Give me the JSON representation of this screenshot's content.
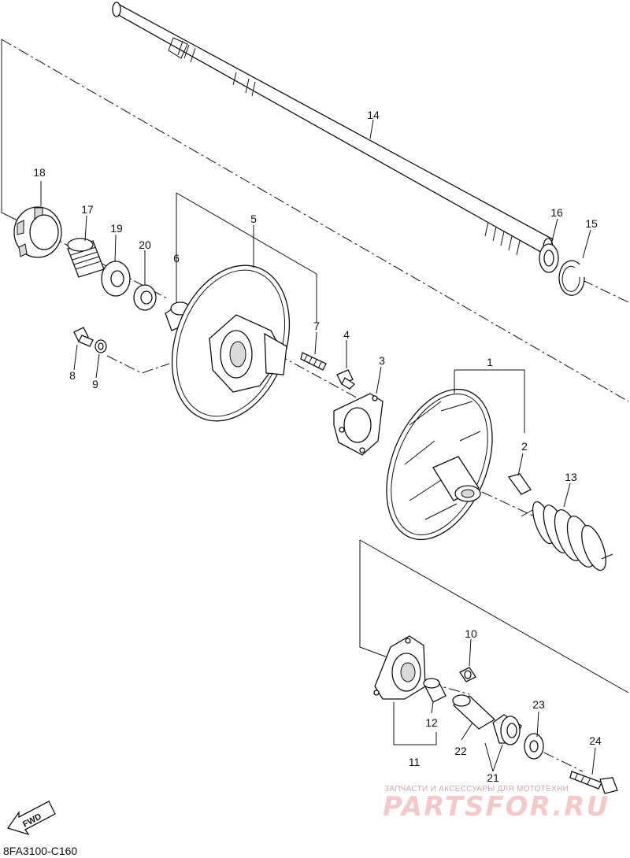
{
  "callouts": [
    "1",
    "2",
    "3",
    "4",
    "5",
    "6",
    "7",
    "8",
    "9",
    "10",
    "11",
    "12",
    "13",
    "14",
    "15",
    "16",
    "17",
    "18",
    "19",
    "20",
    "21",
    "22",
    "23",
    "24"
  ],
  "fwd_label": "FWD",
  "diagram_code": "8FA3100-C160",
  "watermark": {
    "tagline": "ЗАПЧАСТИ И АКСЕССУАРЫ ДЛЯ МОТОТЕХНИ",
    "brand": "PARTSFOR.RU"
  },
  "colors": {
    "line": "#111111",
    "watermark": "#f3c9c9"
  }
}
